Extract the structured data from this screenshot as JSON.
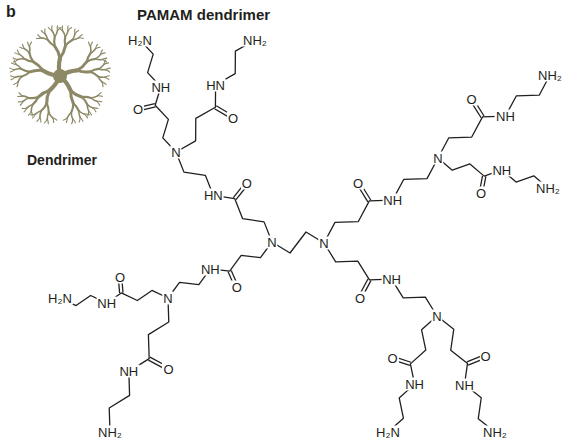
{
  "diagram": {
    "title": "PAMAM dendrimer",
    "labels": [
      "b",
      "Dendrimer",
      "N",
      "N",
      "O",
      "HN",
      "N",
      "O",
      "NH",
      "N",
      "O",
      "NH",
      "N",
      "O",
      "NH",
      "N",
      "O",
      "NH",
      "H₂N",
      "O",
      "HN",
      "NH₂",
      "O",
      "NH",
      "H₂N",
      "O",
      "NH",
      "NH₂",
      "O",
      "NH",
      "NH₂",
      "O",
      "NH",
      "NH₂",
      "O",
      "NH",
      "H₂N",
      "O",
      "NH",
      "NH₂"
    ]
  }
}
